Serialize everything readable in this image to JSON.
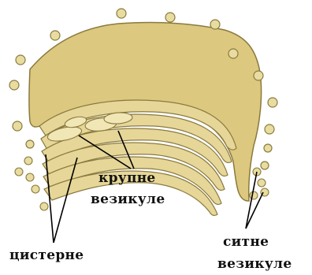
{
  "labels": {
    "large_vesicles_line1": "крупне",
    "large_vesicles_line2": "везикуле",
    "cisternae": "цистерне",
    "small_vesicles_line1": "ситне",
    "small_vesicles_line2": "везикуле"
  },
  "colors": {
    "organelle_fill": "#dcc87e",
    "outline": "#8a7a3f",
    "vesicle_fill": "#e8dca0",
    "leader_line": "#000000"
  }
}
